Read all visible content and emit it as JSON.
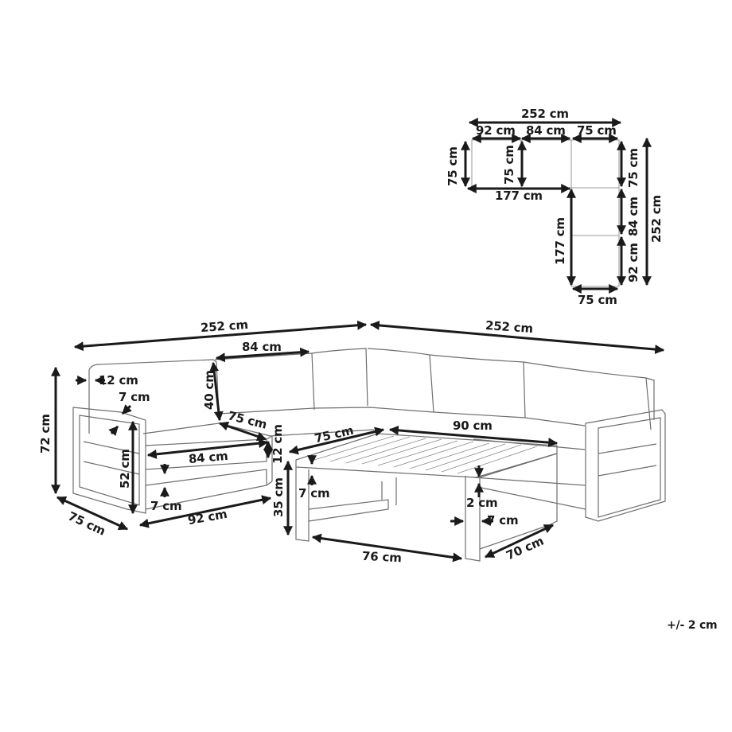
{
  "plan_view": {
    "overall_width": "252 cm",
    "segment_widths": [
      "92 cm",
      "84 cm",
      "75 cm"
    ],
    "left_depth": "75 cm",
    "inner_depth": "75 cm",
    "top_run": "177 cm",
    "right_depths": [
      "75 cm",
      "84 cm",
      "92 cm"
    ],
    "overall_height": "252 cm",
    "side_run": "177 cm",
    "bottom_width": "75 cm"
  },
  "sofa_view": {
    "left_overall_width": "252 cm",
    "right_overall_width": "252 cm",
    "backrest_width": "84 cm",
    "backrest_height": "40 cm",
    "armrest_cushion_gap": "12 cm",
    "armrest_thickness": "7 cm",
    "overall_height": "72 cm",
    "seat_depth": "75 cm",
    "seat_cushion_thickness": "12 cm",
    "arm_height": "52 cm",
    "seat_width": "84 cm",
    "frame_rail": "7 cm",
    "module_depth": "75 cm",
    "module_width": "92 cm"
  },
  "table_view": {
    "depth": "75 cm",
    "width": "90 cm",
    "height": "35 cm",
    "apron": "7 cm",
    "top_thickness": "2 cm",
    "leg_width": "7 cm",
    "inner_length": "76 cm",
    "inner_depth": "70 cm"
  },
  "tolerance": "+/- 2 cm"
}
